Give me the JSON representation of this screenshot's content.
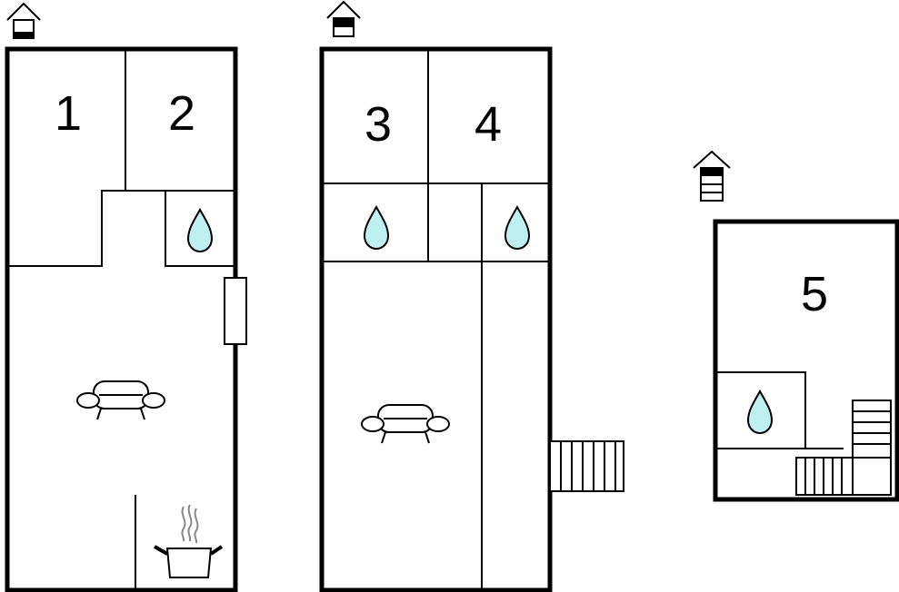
{
  "floors": [
    {
      "rooms": [
        {
          "label": "1"
        },
        {
          "label": "2"
        }
      ]
    },
    {
      "rooms": [
        {
          "label": "3"
        },
        {
          "label": "4"
        }
      ]
    },
    {
      "rooms": [
        {
          "label": "5"
        }
      ]
    }
  ],
  "colors": {
    "wall": "#000000",
    "water": "#bff0f0",
    "steam": "#888888"
  },
  "icons": [
    "level-indicator-icon",
    "water-drop-icon",
    "sofa-icon",
    "cooking-pot-icon",
    "stairs-icon",
    "window"
  ]
}
